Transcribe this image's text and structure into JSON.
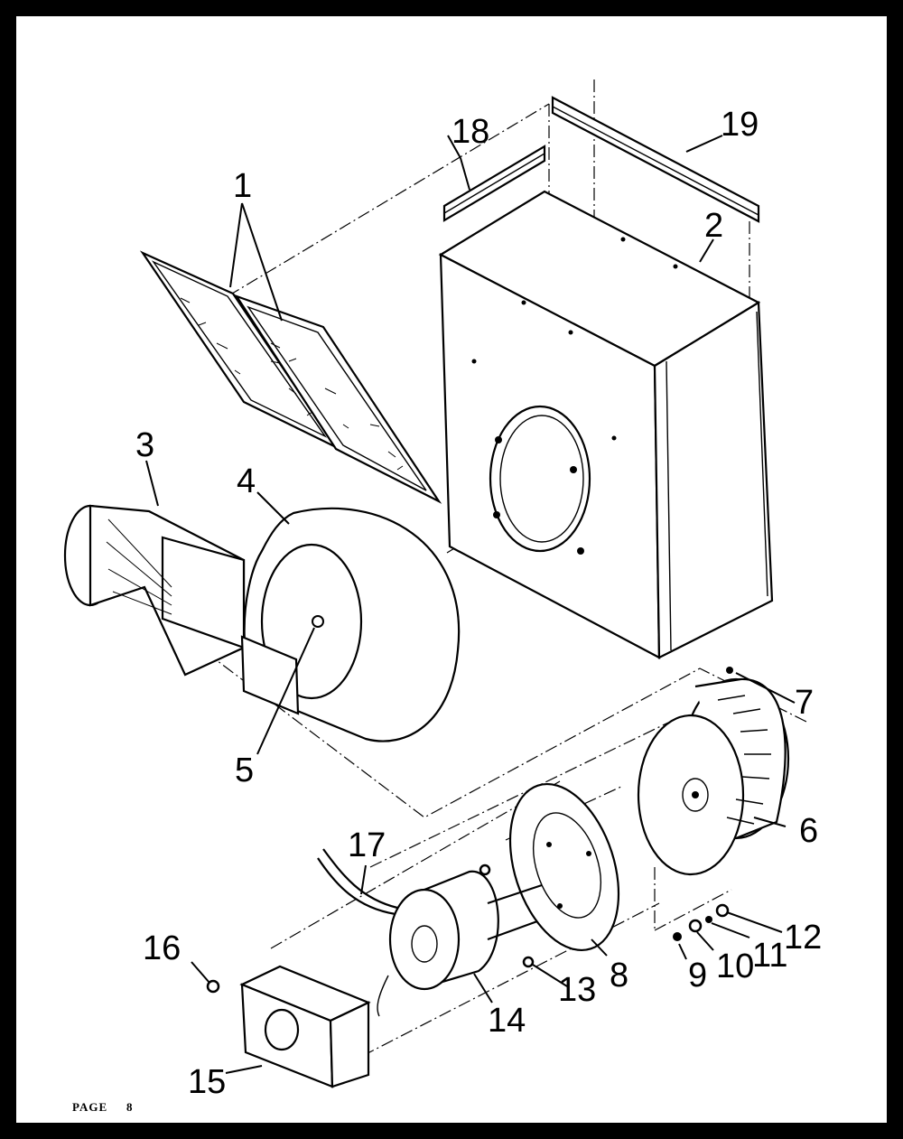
{
  "callouts": {
    "c1": "1",
    "c2": "2",
    "c3": "3",
    "c4": "4",
    "c5": "5",
    "c6": "6",
    "c7": "7",
    "c8": "8",
    "c9": "9",
    "c10": "10",
    "c11": "11",
    "c12": "12",
    "c13": "13",
    "c14": "14",
    "c15": "15",
    "c16": "16",
    "c17": "17",
    "c18": "18",
    "c19": "19"
  },
  "footer": {
    "page_label": "PAGE",
    "page_number": "8"
  }
}
